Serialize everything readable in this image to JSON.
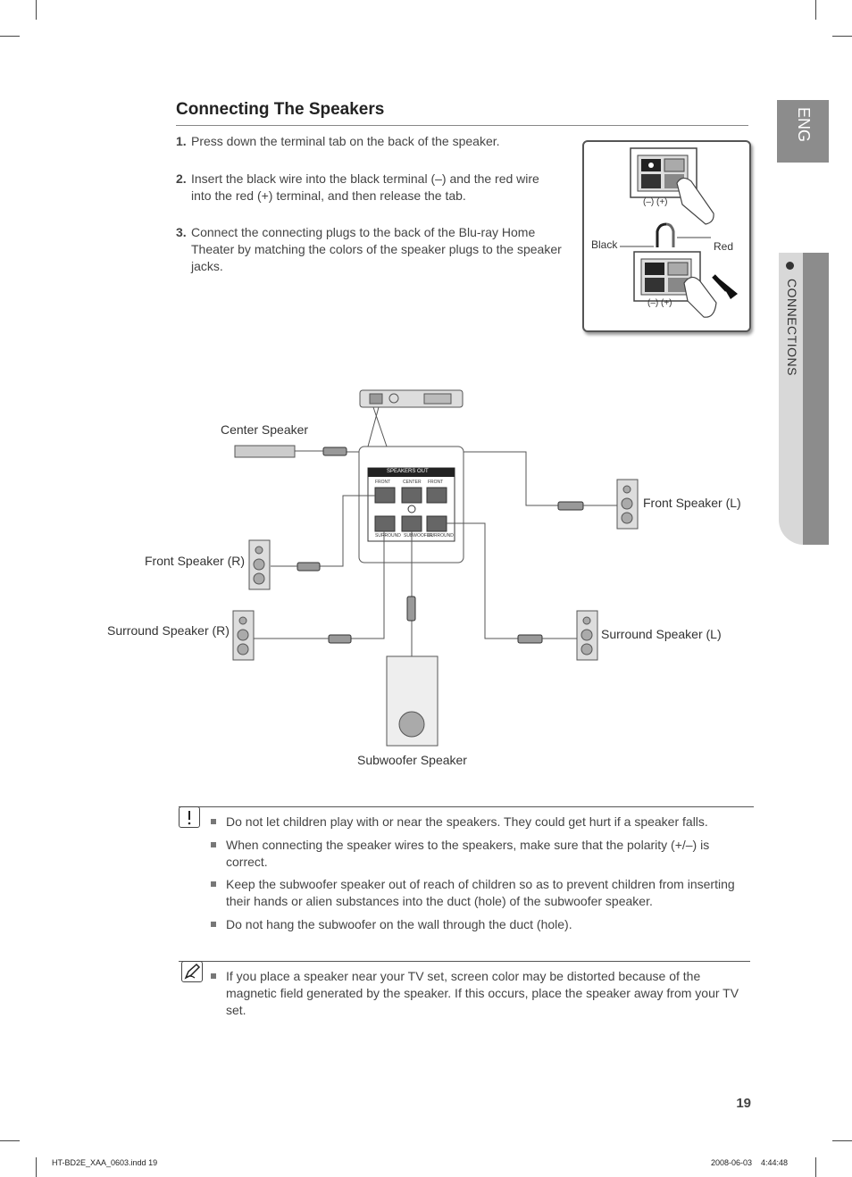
{
  "title": "Connecting The Speakers",
  "steps": [
    {
      "num": "1.",
      "text": "Press down the terminal tab on the back of the speaker."
    },
    {
      "num": "2.",
      "text": "Insert the black wire into the black terminal (–) and the red wire into the red (+) terminal, and then release the tab."
    },
    {
      "num": "3.",
      "text": "Connect the connecting plugs to the back of the Blu-ray Home Theater by matching the colors of the speaker plugs to the speaker jacks."
    }
  ],
  "side_tab": {
    "lang": "ENG",
    "section": "CONNECTIONS"
  },
  "inset": {
    "polarity_top": "(–)  (+)",
    "polarity_bottom": "(–)  (+)",
    "black_label": "Black",
    "red_label": "Red"
  },
  "diagram": {
    "panel_title": "SPEAKERS OUT",
    "panel_front_r": "FRONT",
    "panel_center": "CENTER",
    "panel_front_l": "FRONT",
    "panel_surround_r": "SURROUND",
    "panel_sub": "SUBWOOFER",
    "panel_surround_l": "SURROUND",
    "center_speaker": "Center Speaker",
    "front_left": "Front Speaker (L)",
    "front_right": "Front Speaker (R)",
    "surround_right": "Surround Speaker (R)",
    "surround_left": "Surround Speaker (L)",
    "subwoofer": "Subwoofer Speaker"
  },
  "caution_notes": [
    "Do not let children play with or near the speakers. They could get hurt if a speaker falls.",
    "When connecting the speaker wires to the speakers, make sure that the polarity (+/–) is correct.",
    "Keep the subwoofer speaker out of reach of children so as to prevent children from inserting their hands or alien substances into the duct (hole) of the subwoofer speaker.",
    "Do not hang the subwoofer on the wall through the duct (hole)."
  ],
  "info_notes": [
    "If you place a speaker near your TV set, screen color may be distorted because of the magnetic field generated by the speaker. If this occurs, place the speaker away from your TV set."
  ],
  "page_number": "19",
  "footer": {
    "left": "HT-BD2E_XAA_0603.indd   19",
    "right": "2008-06-03      4:44:48"
  },
  "colors": {
    "tab_gray": "#8c8c8c",
    "tab_light": "#d8d8d8"
  }
}
